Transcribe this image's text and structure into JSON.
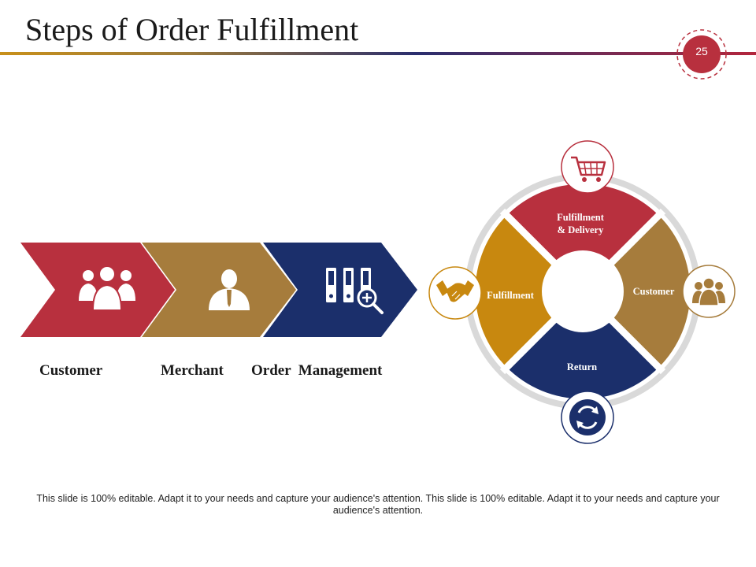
{
  "slide": {
    "title": "Steps of Order Fulfillment",
    "page_number": "25",
    "footer": "This slide is 100% editable. Adapt it to your needs and capture your audience's attention. This slide is 100% editable. Adapt it to your needs and capture your audience's attention."
  },
  "colors": {
    "red": "#b8303e",
    "tan": "#a67c3c",
    "navy": "#1b2f6b",
    "gold": "#c8880f",
    "ring": "#d9d9d9"
  },
  "process_steps": [
    {
      "label": "Customer",
      "icon": "group-of-people-icon"
    },
    {
      "label": "Merchant",
      "icon": "businessman-icon"
    },
    {
      "label": "Order  Management",
      "icon": "file-binders-search-icon"
    }
  ],
  "cycle": {
    "segments": [
      {
        "label_line1": "Fulfillment",
        "label_line2": "& Delivery",
        "icon": "shopping-cart-icon"
      },
      {
        "label_line1": "Customer",
        "icon": "group-of-people-icon"
      },
      {
        "label_line1": "Return",
        "icon": "refresh-arrows-icon"
      },
      {
        "label_line1": "Fulfillment",
        "icon": "handshake-icon"
      }
    ]
  }
}
